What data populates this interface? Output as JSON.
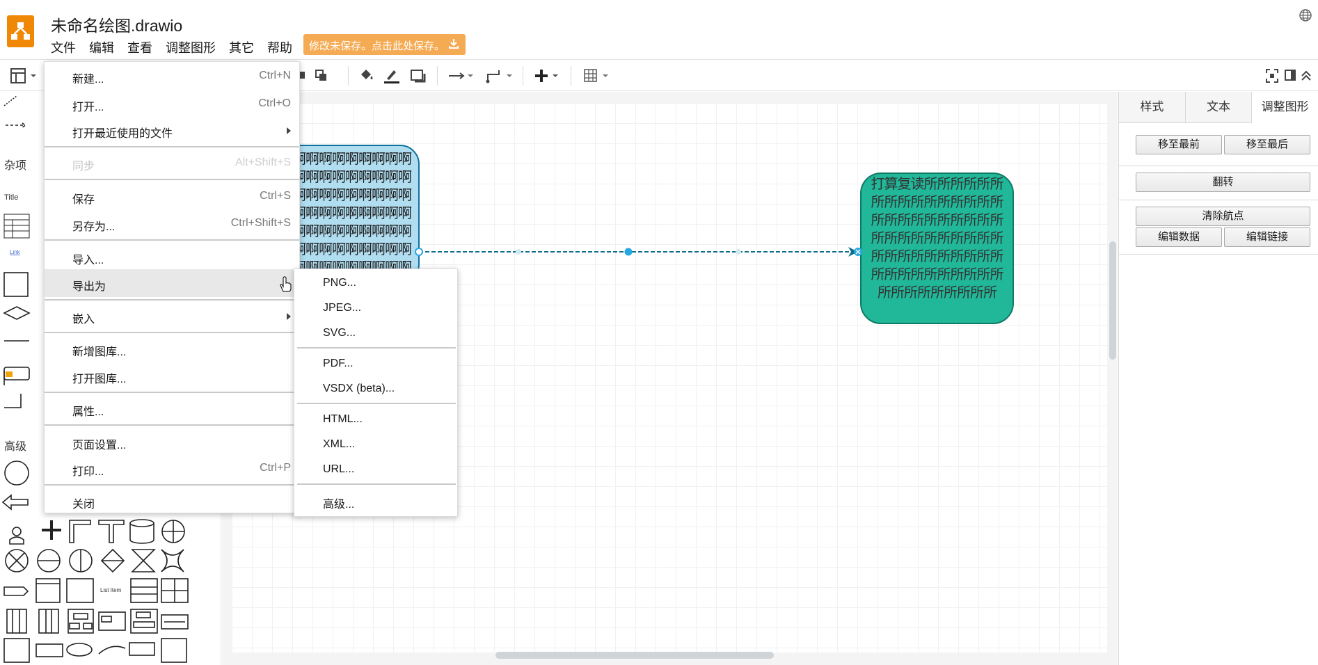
{
  "app": {
    "title": "未命名绘图.drawio",
    "save_banner": "修改未保存。点击此处保存。"
  },
  "menubar": [
    "文件",
    "编辑",
    "查看",
    "调整图形",
    "其它",
    "帮助"
  ],
  "file_menu": {
    "new": {
      "label": "新建...",
      "shortcut": "Ctrl+N"
    },
    "open": {
      "label": "打开...",
      "shortcut": "Ctrl+O"
    },
    "open_recent": {
      "label": "打开最近使用的文件"
    },
    "sync": {
      "label": "同步",
      "shortcut": "Alt+Shift+S"
    },
    "save": {
      "label": "保存",
      "shortcut": "Ctrl+S"
    },
    "save_as": {
      "label": "另存为...",
      "shortcut": "Ctrl+Shift+S"
    },
    "import": {
      "label": "导入..."
    },
    "export_as": {
      "label": "导出为"
    },
    "embed": {
      "label": "嵌入"
    },
    "new_library": {
      "label": "新增图库..."
    },
    "open_library": {
      "label": "打开图库..."
    },
    "properties": {
      "label": "属性..."
    },
    "page_setup": {
      "label": "页面设置..."
    },
    "print": {
      "label": "打印...",
      "shortcut": "Ctrl+P"
    },
    "close": {
      "label": "关闭"
    }
  },
  "export_menu": {
    "png": "PNG...",
    "jpeg": "JPEG...",
    "svg": "SVG...",
    "pdf": "PDF...",
    "vsdx": "VSDX (beta)...",
    "html": "HTML...",
    "xml": "XML...",
    "url": "URL...",
    "advanced": "高级..."
  },
  "sidebar": {
    "misc_label": "杂项",
    "advanced_label": "高级",
    "title_shape": "Title",
    "link_shape": "Link",
    "list_item_shape": "List Item"
  },
  "right_panel": {
    "tabs": [
      "样式",
      "文本",
      "调整图形"
    ],
    "to_front": "移至最前",
    "to_back": "移至最后",
    "flip": "翻转",
    "clear_waypoints": "清除航点",
    "edit_data": "编辑数据",
    "edit_link": "编辑链接"
  },
  "canvas": {
    "blue_shape_text": "啊啊啊啊啊啊啊啊啊啊啊啊啊啊啊啊啊啊啊啊啊啊啊啊啊啊啊啊啊啊啊啊啊啊啊啊啊啊啊啊啊啊啊啊啊啊啊啊啊啊啊啊啊啊啊啊啊啊啊啊啊啊啊啊啊啊啊啊啊啊啊啊",
    "teal_shape_text": "打算复读所所所所所所所所所所所所所所所所所所所所所所所所所所所所所所所所所所所所所所所所所所所所所所所所所所所所所所所所所所所所所所所所所"
  },
  "colors": {
    "logo": "#f08705",
    "save_banner": "#f5ab54",
    "blue_fill": "#b1ddf0",
    "teal_fill": "#21b89a",
    "edge": "#0b6e8a",
    "handle": "#29a7e1"
  }
}
